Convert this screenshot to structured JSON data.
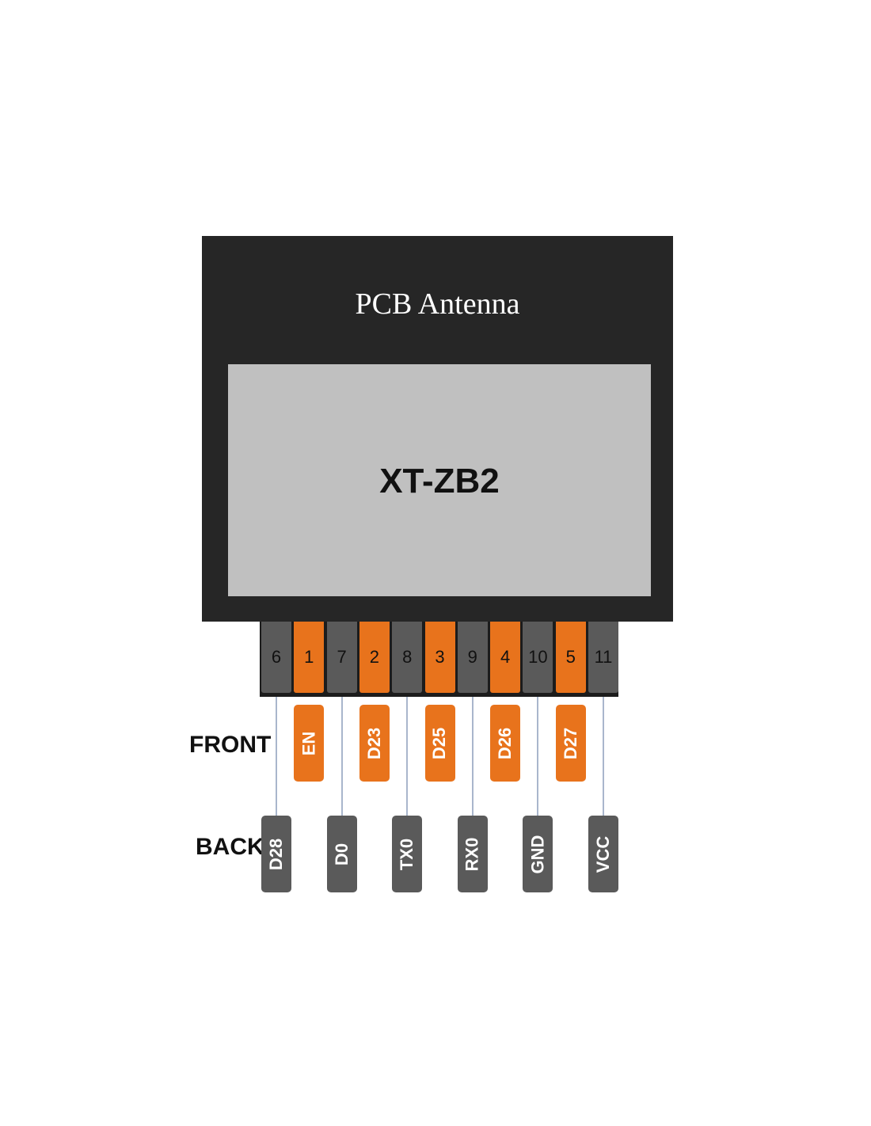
{
  "module": {
    "antenna_label": "PCB Antenna",
    "chip_label": "XT-ZB2"
  },
  "rows": {
    "front": "FRONT",
    "back": "BACK"
  },
  "pins": [
    "6",
    "1",
    "7",
    "2",
    "8",
    "3",
    "9",
    "4",
    "10",
    "5",
    "11"
  ],
  "front_labels": [
    "EN",
    "D23",
    "D25",
    "D26",
    "D27"
  ],
  "back_labels": [
    "D28",
    "D0",
    "TX0",
    "RX0",
    "GND",
    "VCC"
  ],
  "colors": {
    "module": "#262626",
    "chip": "#c0c0c0",
    "orange": "#e8731c",
    "gray": "#5a5a5a",
    "line": "#a9b6cc"
  }
}
